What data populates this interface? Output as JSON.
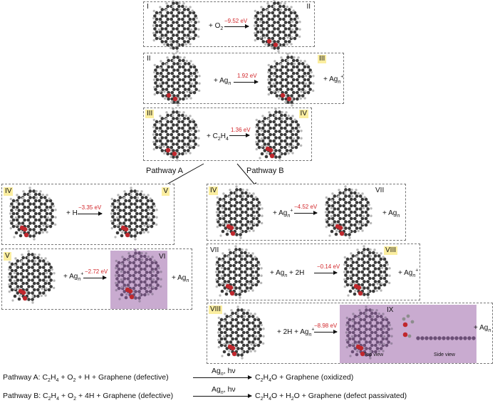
{
  "panels": [
    {
      "left_label": "I",
      "right_label": "II",
      "reagent_left": "+ O2",
      "energy": "−9.52 eV",
      "reagent_right": ""
    },
    {
      "left_label": "II",
      "right_label": "III",
      "reagent_left": "+ Agn",
      "energy": "1.92 eV",
      "reagent_right": "+ Agn+"
    },
    {
      "left_label": "III",
      "right_label": "IV",
      "reagent_left": "+ C2H4",
      "energy": "1.36 eV",
      "reagent_right": ""
    },
    {
      "left_label": "IV",
      "right_label": "V",
      "reagent_left": "+ H",
      "energy": "−3.35 eV",
      "reagent_right": ""
    },
    {
      "left_label": "V",
      "right_label": "VI",
      "reagent_left": "+ Agn+",
      "energy": "−2.72 eV",
      "reagent_right": "+ Agn"
    },
    {
      "left_label": "IV",
      "right_label": "VII",
      "reagent_left": "+ Agn+",
      "energy": "−4.52 eV",
      "reagent_right": "+ Agn"
    },
    {
      "left_label": "VII",
      "right_label": "VIII",
      "reagent_left": "+ Agn + 2H",
      "energy": "−0.14 eV",
      "reagent_right": "+ Agn+"
    },
    {
      "left_label": "VIII",
      "right_label": "IX",
      "reagent_left": "+ 2H + Agn+",
      "energy": "−8.98 eV",
      "reagent_right": "+ Agn"
    }
  ],
  "pathways": {
    "a": "Pathway A",
    "b": "Pathway B"
  },
  "views": {
    "top": "Top view",
    "side": "Side view"
  },
  "equations": [
    {
      "lhs": "Pathway A: C2H4 + O2 + H + Graphene (defective)",
      "cond": "Agn, hν",
      "rhs": "C2H4O + Graphene (oxidized)"
    },
    {
      "lhs": "Pathway B: C2H4 + O2 + 4H + Graphene (defective)",
      "cond": "Agn, hν",
      "rhs": "C2H4O + H2O + Graphene (defect passivated)"
    }
  ]
}
